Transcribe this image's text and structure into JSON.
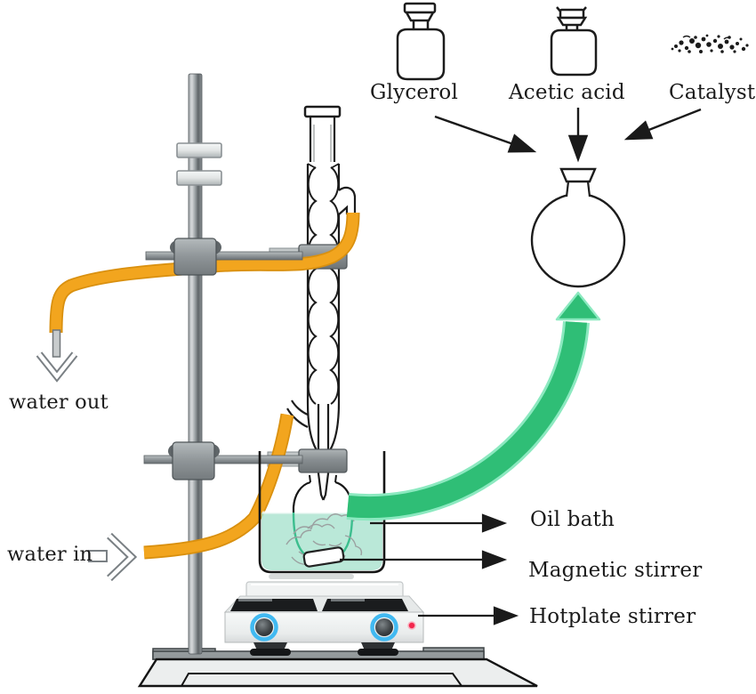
{
  "diagram": {
    "reagents": {
      "glycerol": "Glycerol",
      "acetic_acid": "Acetic acid",
      "catalyst": "Catalyst"
    },
    "water": {
      "out": "water out",
      "in": "water in"
    },
    "equipment": {
      "oil_bath": "Oil bath",
      "magnetic_stirrer": "Magnetic stirrer",
      "hotplate_stirrer": "Hotplate stirrer"
    },
    "colors": {
      "tube_orange": "#F2A51E",
      "transfer_arrow_green": "#2FBE76",
      "transfer_arrow_edge": "#8CE9C0",
      "oil_bath_teal": "#C9EEE2",
      "submerged_flask_green": "#3CBE8E",
      "knob_blue": "#41B9F1",
      "led_red": "#F2274D",
      "ink": "#1A1A1A"
    }
  }
}
